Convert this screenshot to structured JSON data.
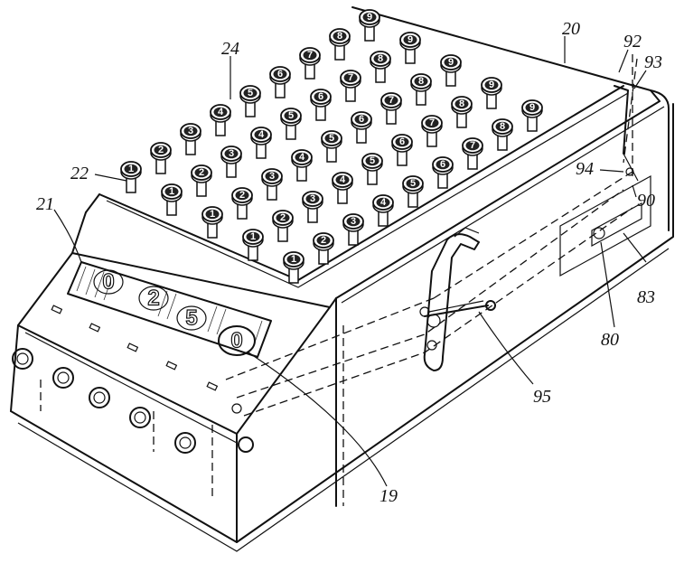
{
  "figure": {
    "reference_numerals": {
      "n19": "19",
      "n20": "20",
      "n21": "21",
      "n22": "22",
      "n24": "24",
      "n80": "80",
      "n83": "83",
      "n90": "90",
      "n92": "92",
      "n93": "93",
      "n94": "94",
      "n95": "95"
    },
    "register_digits": [
      "0",
      "2",
      "5",
      "0"
    ],
    "key_columns": [
      [
        "1",
        "2",
        "3",
        "4",
        "5",
        "6",
        "7",
        "8",
        "9"
      ],
      [
        "1",
        "2",
        "3",
        "4",
        "5",
        "6",
        "7",
        "8",
        "9"
      ],
      [
        "1",
        "2",
        "3",
        "4",
        "5",
        "6",
        "7",
        "8",
        "9"
      ],
      [
        "1",
        "2",
        "3",
        "4",
        "5",
        "6",
        "7",
        "8",
        "9"
      ],
      [
        "1",
        "2",
        "3",
        "4",
        "5",
        "6",
        "7",
        "8",
        "9"
      ]
    ]
  }
}
